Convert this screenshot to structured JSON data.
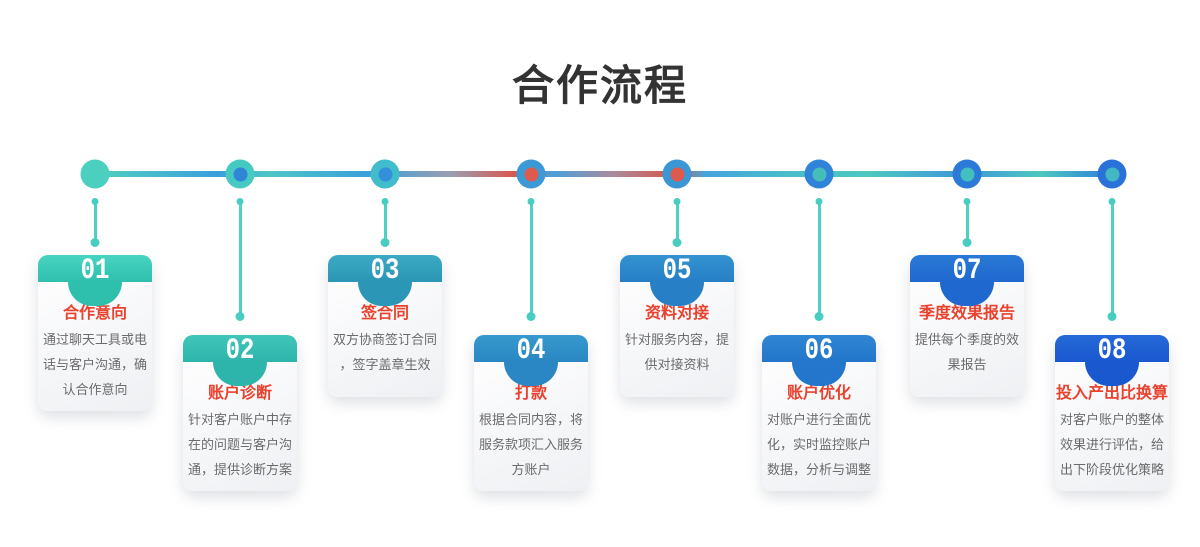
{
  "page": {
    "title": "合作流程"
  },
  "palette": {
    "heading_text": "#333333",
    "card_title_red": "#e8432f",
    "card_desc_gray": "#6b6b6b",
    "connector_teal": "#4fd0c5",
    "timeline_teal": "#4bcfbe",
    "timeline_blue": "#3b9ddb",
    "timeline_red": "#dc5a4e"
  },
  "timeline": {
    "nodes": [
      {
        "outer": "#4bcfbe",
        "inner": null
      },
      {
        "outer": "#46c9c3",
        "inner": "#2f86d6"
      },
      {
        "outer": "#40bccb",
        "inner": "#3390da"
      },
      {
        "outer": "#3b9ad6",
        "inner": "#dc5a4e"
      },
      {
        "outer": "#3b97d3",
        "inner": "#dc5a4e"
      },
      {
        "outer": "#2f83d8",
        "inner": "#45bdbb"
      },
      {
        "outer": "#2b7ad7",
        "inner": "#44bfc0"
      },
      {
        "outer": "#2a72d8",
        "inner": "#43b7c4"
      }
    ]
  },
  "steps": [
    {
      "number": "01",
      "title": "合作意向",
      "desc": "通过聊天工具或电话与客户沟通，确认合作意向",
      "header_top": "#48d4c1",
      "header_bottom": "#2fbfad"
    },
    {
      "number": "02",
      "title": "账户诊断",
      "desc": "针对客户账户中存在的问题与客户沟通，提供诊断方案",
      "header_top": "#40c5b9",
      "header_bottom": "#2eb5ab"
    },
    {
      "number": "03",
      "title": "签合同",
      "desc": "双方协商签订合同，签字盖章生效",
      "header_top": "#3baac3",
      "header_bottom": "#2b96b5"
    },
    {
      "number": "04",
      "title": "打款",
      "desc": "根据合同内容，将服务款项汇入服务方账户",
      "header_top": "#3699cd",
      "header_bottom": "#2a87c3"
    },
    {
      "number": "05",
      "title": "资料对接",
      "desc": "针对服务内容，提供对接资料",
      "header_top": "#3392d0",
      "header_bottom": "#277fc6"
    },
    {
      "number": "06",
      "title": "账户优化",
      "desc": "对账户进行全面优化，实时监控账户数据，分析与调整",
      "header_top": "#2f86d3",
      "header_bottom": "#2376cb"
    },
    {
      "number": "07",
      "title": "季度效果报告",
      "desc": "提供每个季度的效果报告",
      "header_top": "#2a79d5",
      "header_bottom": "#1f68cf"
    },
    {
      "number": "08",
      "title": "投入产出比换算",
      "desc": "对客户账户的整体效果进行评估，给出下阶段优化策略",
      "header_top": "#2569d7",
      "header_bottom": "#1a58d0"
    }
  ]
}
